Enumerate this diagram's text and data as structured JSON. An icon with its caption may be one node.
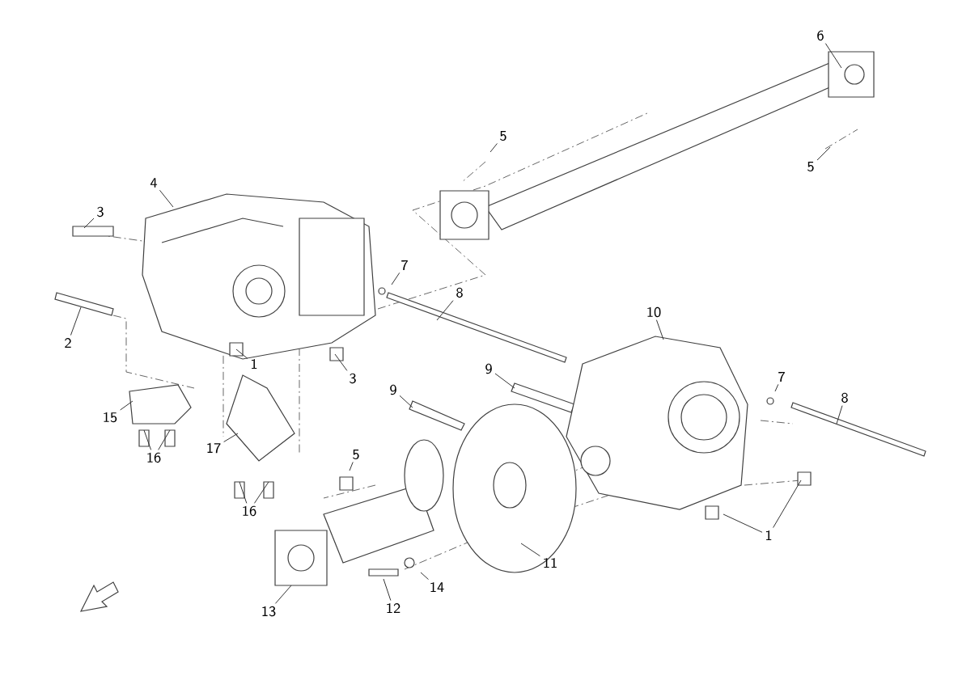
{
  "diagram": {
    "nodes": [
      {
        "text": [
          "4"
        ]
      },
      {
        "text": [
          "3"
        ]
      },
      {
        "text": [
          "2"
        ]
      },
      {
        "text": [
          "1"
        ]
      },
      {
        "text": [
          "3"
        ]
      },
      {
        "text": [
          "15"
        ]
      },
      {
        "text": [
          "16"
        ]
      },
      {
        "text": [
          "17"
        ]
      },
      {
        "text": [
          "16"
        ]
      },
      {
        "text": [
          "5"
        ]
      },
      {
        "text": [
          "6"
        ]
      },
      {
        "text": [
          "5"
        ]
      },
      {
        "text": [
          "7"
        ]
      },
      {
        "text": [
          "8"
        ]
      },
      {
        "text": [
          "9"
        ]
      },
      {
        "text": [
          "10"
        ]
      },
      {
        "text": [
          "7"
        ]
      },
      {
        "text": [
          "8"
        ]
      },
      {
        "text": [
          "9"
        ]
      },
      {
        "text": [
          "5"
        ]
      },
      {
        "text": [
          "1"
        ]
      },
      {
        "text": [
          "11"
        ]
      },
      {
        "text": [
          "12"
        ]
      },
      {
        "text": [
          "14"
        ]
      },
      {
        "text": [
          "13"
        ]
      }
    ],
    "edges": [
      {
        "from": 0,
        "to": null,
        "arrow": "none"
      },
      {
        "from": 1,
        "to": null,
        "arrow": "none"
      },
      {
        "from": 2,
        "to": null,
        "arrow": "none"
      },
      {
        "from": 3,
        "to": null,
        "arrow": "none"
      },
      {
        "from": 4,
        "to": null,
        "arrow": "none"
      },
      {
        "from": 5,
        "to": null,
        "arrow": "none"
      },
      {
        "from": 6,
        "to": null,
        "arrow": "none"
      },
      {
        "from": 6,
        "to": null,
        "arrow": "none"
      },
      {
        "from": 7,
        "to": null,
        "arrow": "none"
      },
      {
        "from": 8,
        "to": null,
        "arrow": "none"
      },
      {
        "from": 8,
        "to": null,
        "arrow": "none"
      },
      {
        "from": 9,
        "to": null,
        "arrow": "none"
      },
      {
        "from": 10,
        "to": null,
        "arrow": "none"
      },
      {
        "from": 11,
        "to": null,
        "arrow": "none"
      },
      {
        "from": 12,
        "to": null,
        "arrow": "none"
      },
      {
        "from": 13,
        "to": null,
        "arrow": "none"
      },
      {
        "from": 14,
        "to": null,
        "arrow": "none"
      },
      {
        "from": 15,
        "to": null,
        "arrow": "none"
      },
      {
        "from": 16,
        "to": null,
        "arrow": "none"
      },
      {
        "from": 17,
        "to": null,
        "arrow": "none"
      },
      {
        "from": 18,
        "to": null,
        "arrow": "none"
      },
      {
        "from": 19,
        "to": null,
        "arrow": "none"
      },
      {
        "from": 20,
        "to": null,
        "arrow": "none"
      },
      {
        "from": 20,
        "to": null,
        "arrow": "none"
      },
      {
        "from": 21,
        "to": null,
        "arrow": "none"
      },
      {
        "from": 22,
        "to": null,
        "arrow": "none"
      },
      {
        "from": 23,
        "to": null,
        "arrow": "none"
      },
      {
        "from": 24,
        "to": null,
        "arrow": "none"
      }
    ]
  }
}
